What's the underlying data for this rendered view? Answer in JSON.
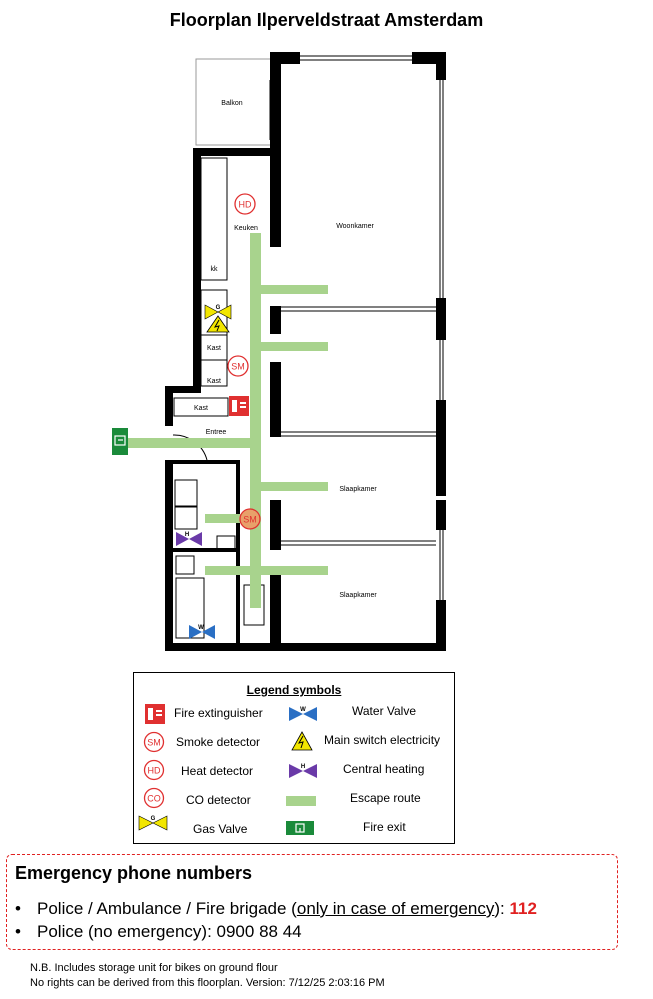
{
  "title": "Floorplan Ilperveldstraat Amsterdam",
  "rooms": {
    "balkon": "Balkon",
    "keuken": "Keuken",
    "woonkamer": "Woonkamer",
    "entree": "Entree",
    "slaapkamer1": "Slaapkamer",
    "slaapkamer2": "Slaapkamer",
    "kast1": "Kast",
    "kast2": "Kast",
    "kast3": "Kast",
    "kk": "kk"
  },
  "symbols": {
    "hd": "HD",
    "sm": "SM",
    "co": "CO",
    "gas": "G",
    "water": "W",
    "heating": "H"
  },
  "legend": {
    "title": "Legend symbols",
    "items": {
      "fire_extinguisher": "Fire extinguisher",
      "smoke_detector": "Smoke detector",
      "heat_detector": "Heat detector",
      "co_detector": "CO detector",
      "gas_valve": "Gas Valve",
      "water_valve": "Water Valve",
      "main_switch": "Main switch electricity",
      "central_heating": "Central heating",
      "escape_route": "Escape route",
      "fire_exit": "Fire exit"
    }
  },
  "emergency": {
    "title": "Emergency phone numbers",
    "line1_prefix": "Police / Ambulance / Fire brigade (",
    "line1_underlined": "only in case of emergency",
    "line1_suffix": "): ",
    "line1_number": "112",
    "line2": "Police (no emergency): 0900 88 44",
    "bullet": "•"
  },
  "footer": {
    "note": "N.B. Includes storage unit for bikes on ground flour",
    "rights": "No rights can be derived from this floorplan. Version: 7/12/25 2:03:16 PM"
  },
  "colors": {
    "escape_route": "#a8d38d",
    "detector_red": "#e03030",
    "fire_exit_green": "#1a8a3a",
    "gas_yellow": "#f2e600",
    "water_blue": "#2a6fc4",
    "heating_purple": "#6a3aa8",
    "emergency_border": "#e02020"
  }
}
